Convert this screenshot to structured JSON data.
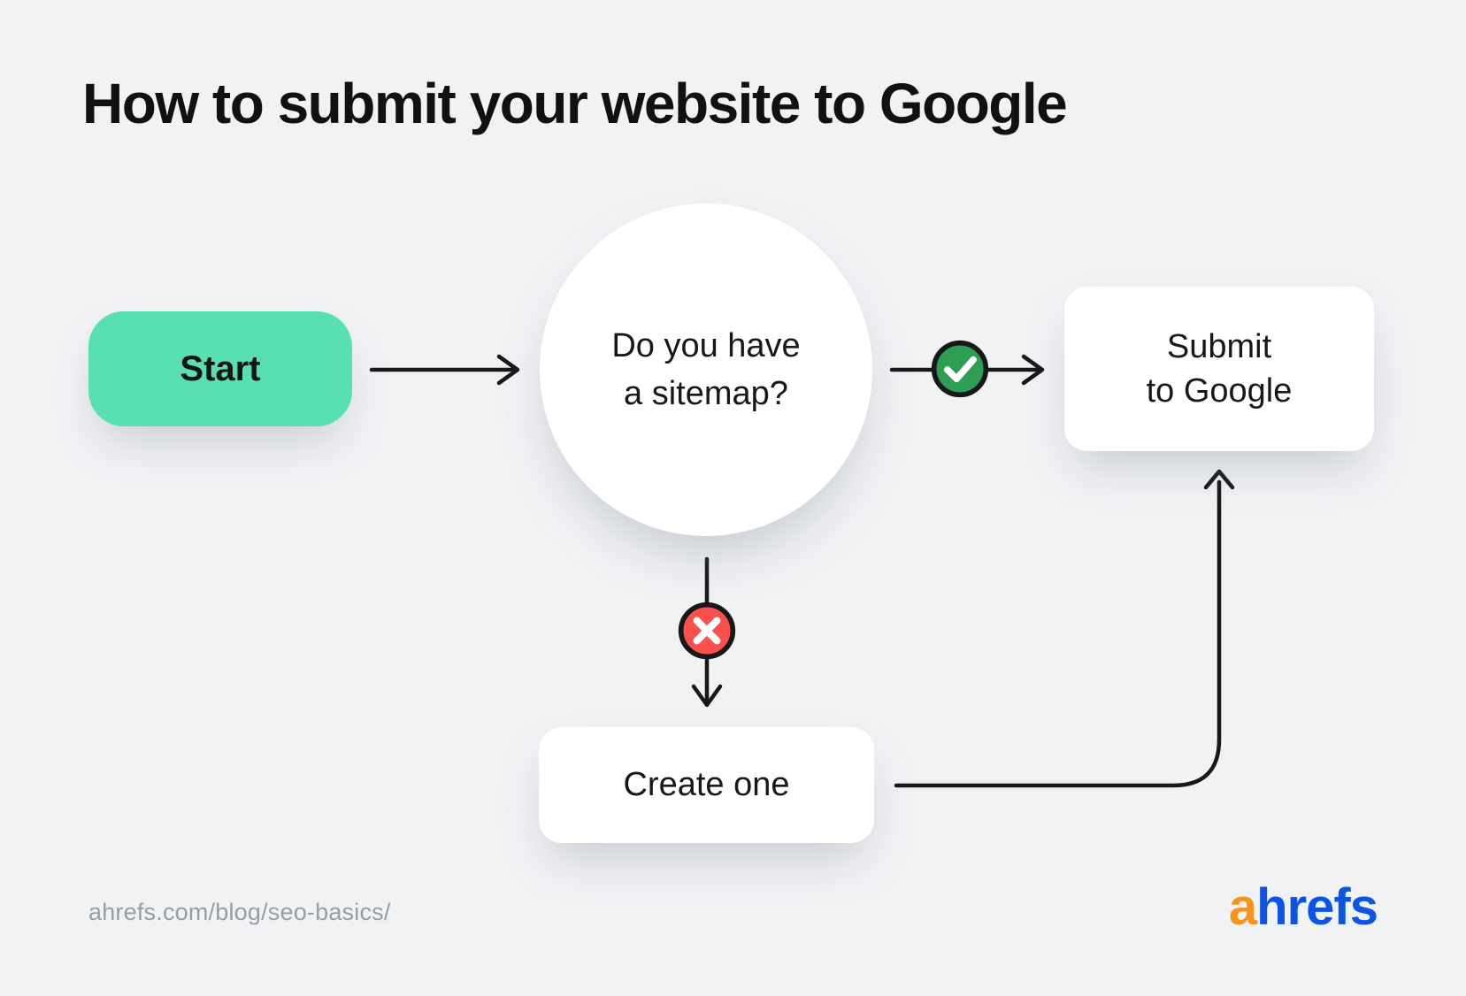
{
  "title": "How to submit your website to Google",
  "nodes": {
    "start": {
      "label": "Start"
    },
    "question": {
      "line1": "Do you have",
      "line2": "a sitemap?"
    },
    "submit": {
      "line1": "Submit",
      "line2": "to Google"
    },
    "create": {
      "label": "Create one"
    }
  },
  "badges": {
    "yes": {
      "meaning": "yes",
      "icon": "check-icon",
      "fill": "#2f9e55"
    },
    "no": {
      "meaning": "no",
      "icon": "x-icon",
      "fill": "#fa514e"
    }
  },
  "footer": {
    "url": "ahrefs.com/blog/seo-basics/",
    "logo_first": "a",
    "logo_rest": "hrefs"
  },
  "colors": {
    "background": "#f1f2f4",
    "start_fill": "#58e0b2",
    "node_fill": "#ffffff",
    "stroke": "#17181a",
    "text": "#17181a",
    "url_text": "#989da4",
    "logo_orange": "#f7941e",
    "logo_blue": "#0c54e4"
  }
}
